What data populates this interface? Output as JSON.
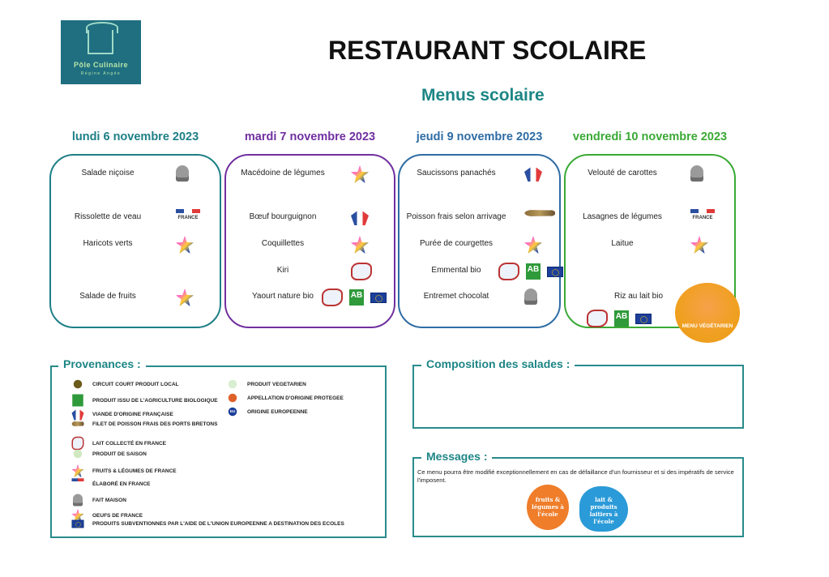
{
  "logo": {
    "line1": "Pôle Culinaire",
    "line2": "Régine Angée"
  },
  "title": "RESTAURANT SCOLAIRE",
  "subtitle": "Menus scolaire",
  "days": [
    {
      "title": "lundi 6 novembre 2023",
      "color": "#1d7f86",
      "items": [
        {
          "label": "Salade niçoise",
          "icons": [
            "chef-hat-icon"
          ]
        },
        {
          "label": "Rissolette de veau",
          "icons": [
            "elabore-en-france-icon"
          ]
        },
        {
          "label": "Haricots verts",
          "icons": [
            "fruits-legumes-de-france-icon"
          ]
        },
        {
          "label": "Salade de fruits",
          "icons": [
            "fruits-legumes-de-france-icon"
          ]
        }
      ]
    },
    {
      "title": "mardi 7 novembre 2023",
      "color": "#7030a0",
      "items": [
        {
          "label": "Macédoine de légumes",
          "icons": [
            "fruits-legumes-de-france-icon"
          ]
        },
        {
          "label": "Bœuf bourguignon",
          "icons": [
            "viande-francaise-icon"
          ]
        },
        {
          "label": "Coquillettes",
          "icons": [
            "fruits-legumes-de-france-icon"
          ]
        },
        {
          "label": "Kiri",
          "icons": [
            "lait-collecte-en-france-icon"
          ]
        },
        {
          "label": "Yaourt nature bio",
          "icons": [
            "lait-collecte-en-france-icon",
            "ab-bio-icon",
            "eu-flag-icon"
          ]
        }
      ]
    },
    {
      "title": "jeudi 9 novembre 2023",
      "color": "#2e6ca4",
      "items": [
        {
          "label": "Saucissons panachés",
          "icons": [
            "viande-francaise-icon"
          ]
        },
        {
          "label": "Poisson frais selon arrivage",
          "icons": [
            "fish-icon"
          ]
        },
        {
          "label": "Purée de courgettes",
          "icons": [
            "fruits-legumes-de-france-icon"
          ]
        },
        {
          "label": "Emmental bio",
          "icons": [
            "lait-collecte-en-france-icon",
            "ab-bio-icon",
            "eu-flag-icon"
          ]
        },
        {
          "label": "Entremet chocolat",
          "icons": [
            "chef-hat-icon"
          ]
        }
      ]
    },
    {
      "title": "vendredi 10 novembre 2023",
      "color": "#3aa935",
      "items": [
        {
          "label": "Velouté de carottes",
          "icons": [
            "chef-hat-icon"
          ]
        },
        {
          "label": "Lasagnes de légumes",
          "icons": [
            "elabore-en-france-icon"
          ]
        },
        {
          "label": "Laitue",
          "icons": [
            "fruits-legumes-de-france-icon"
          ]
        },
        {
          "label": "Riz au lait bio",
          "icons": [
            "lait-collecte-en-france-icon",
            "ab-bio-icon",
            "eu-flag-icon"
          ]
        }
      ],
      "badge": "MENU VÉGÉTARIEN"
    }
  ],
  "france_label": "FRANCE",
  "ab_label": "AB",
  "eu_label": "EU",
  "provenances": {
    "title": "Provenances :",
    "items": [
      "CIRCUIT COURT PRODUIT LOCAL",
      "PRODUIT ISSU DE L'AGRICULTURE BIOLOGIQUE",
      "VIANDE D'ORIGINE FRANÇAISE",
      "FILET DE POISSON FRAIS DES PORTS BRETONS",
      "LAIT COLLECTÉ EN FRANCE",
      "PRODUIT DE SAISON",
      "FRUITS & LÉGUMES DE FRANCE",
      "ÉLABORÉ EN FRANCE",
      "FAIT MAISON",
      "OEUFS DE FRANCE",
      "PRODUITS SUBVENTIONNES PAR L'AIDE DE L'UNION EUROPEENNE A DESTINATION DES ECOLES",
      "PRODUIT VEGETARIEN",
      "APPELLATION D'ORIGINE PROTEGEE",
      "ORIGINE EUROPEENNE"
    ]
  },
  "salades": {
    "title": "Composition des salades :"
  },
  "messages": {
    "title": "Messages :",
    "text": "Ce menu pourra être modifié exceptionnellement en cas de défaillance d'un fournisseur et si des impératifs de service l'imposent.",
    "logo1": "fruits & légumes à l'école",
    "logo2": "lait & produits laitiers à l'école"
  }
}
